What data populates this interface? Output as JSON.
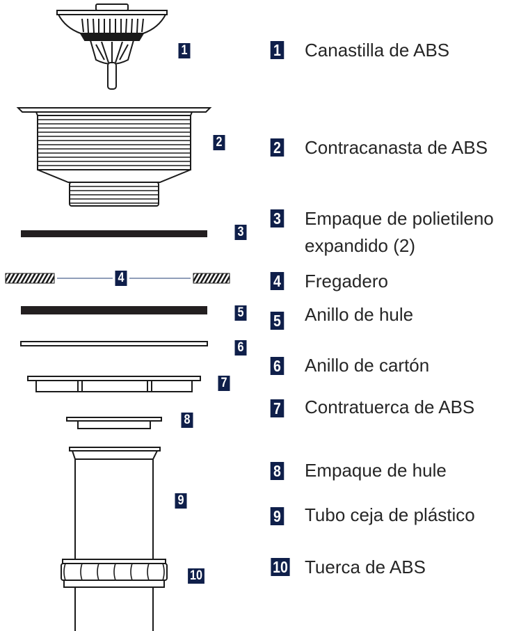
{
  "parts": [
    {
      "num": "1",
      "label": "Canastilla de ABS"
    },
    {
      "num": "2",
      "label": "Contracanasta de ABS"
    },
    {
      "num": "3",
      "label": "Empaque de polietileno",
      "label_line2": "expandido (2)"
    },
    {
      "num": "4",
      "label": "Fregadero"
    },
    {
      "num": "5",
      "label": "Anillo de hule"
    },
    {
      "num": "6",
      "label": "Anillo de cartón"
    },
    {
      "num": "7",
      "label": "Contratuerca de ABS"
    },
    {
      "num": "8",
      "label": "Empaque de hule"
    },
    {
      "num": "9",
      "label": "Tubo ceja de plástico"
    },
    {
      "num": "10",
      "label": "Tuerca de ABS"
    }
  ],
  "colors": {
    "badge": "#0f1f4a",
    "outline": "#1a1a1a",
    "gasket": "#231f20",
    "text": "#262626",
    "callout_line": "#1f3b73"
  }
}
